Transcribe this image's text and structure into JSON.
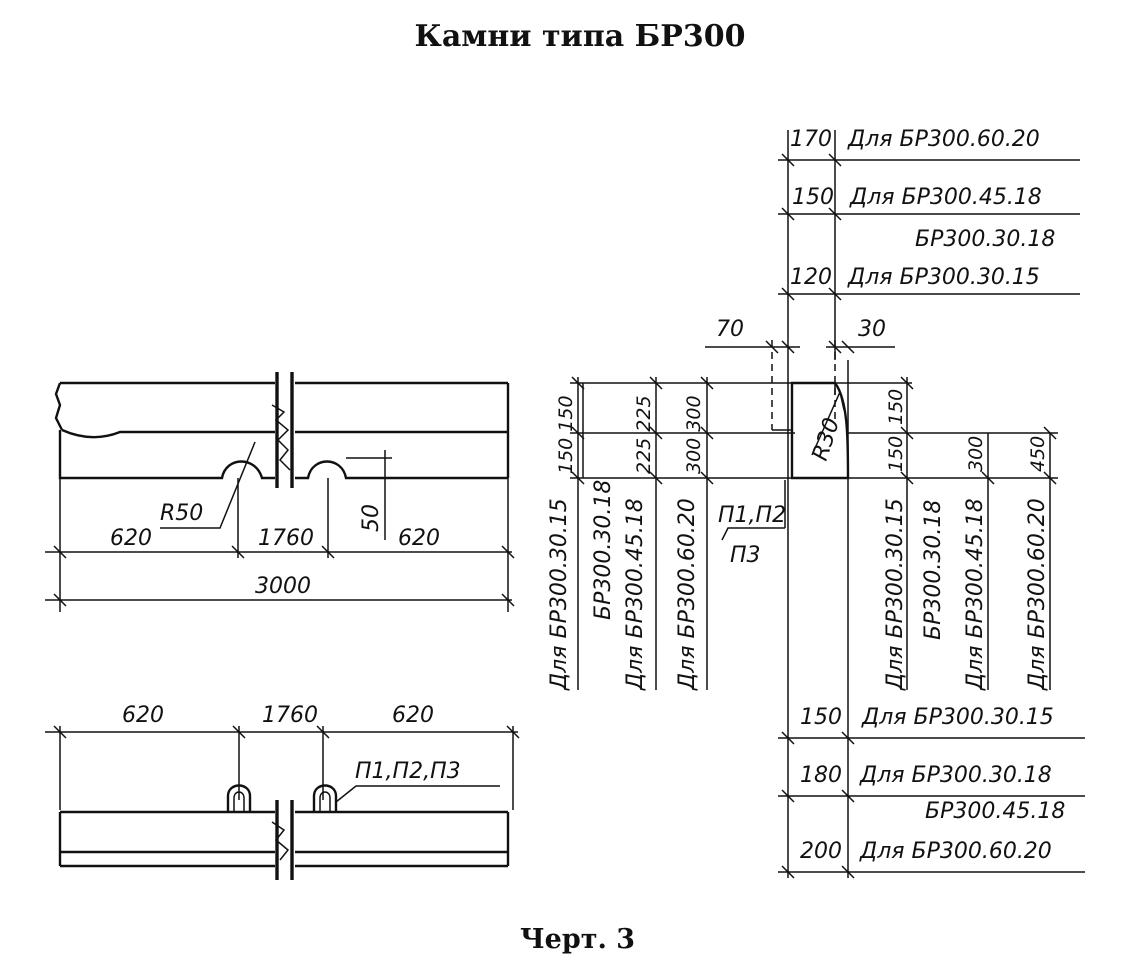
{
  "title": "Камни типа БР300",
  "caption": "Черт. 3",
  "front_view": {
    "radius": "R50",
    "notch_depth": "50",
    "left_segment": "620",
    "middle_segment": "1760",
    "right_segment": "620",
    "total_length": "3000"
  },
  "plan_view": {
    "left_segment": "620",
    "middle_segment": "1760",
    "right_segment": "620",
    "loops_label": "П1,П2,П3"
  },
  "section": {
    "top_widths": [
      {
        "value": "170",
        "text": "Для БР300.60.20"
      },
      {
        "value": "150",
        "text": "Для БР300.45.18"
      },
      {
        "value": "",
        "text": "БР300.30.18"
      },
      {
        "value": "120",
        "text": "Для БР300.30.15"
      }
    ],
    "chamfer_left": "70",
    "chamfer_right": "30",
    "radius": "R30",
    "loops_label_line1": "П1,П2",
    "loops_label_line2": "П3",
    "left_heights": [
      {
        "value": "150 150",
        "text": "Для БР300.30.15"
      },
      {
        "value": "",
        "text": "БР300.30.18"
      },
      {
        "value": "225 225",
        "text": "Для БР300.45.18"
      },
      {
        "value": "300 300",
        "text": "Для БР300.60.20"
      }
    ],
    "right_heights": [
      {
        "value": "150",
        "text": "Для БР300.30.15"
      },
      {
        "value": "150",
        "text": "БР300.30.18"
      },
      {
        "value": "300",
        "text": "Для БР300.45.18"
      },
      {
        "value": "450",
        "text": "Для БР300.60.20"
      }
    ],
    "bottom_widths": [
      {
        "value": "150",
        "text": "Для БР300.30.15"
      },
      {
        "value": "180",
        "text": "Для БР300.30.18"
      },
      {
        "value": "",
        "text": "БР300.45.18"
      },
      {
        "value": "200",
        "text": "Для БР300.60.20"
      }
    ]
  }
}
